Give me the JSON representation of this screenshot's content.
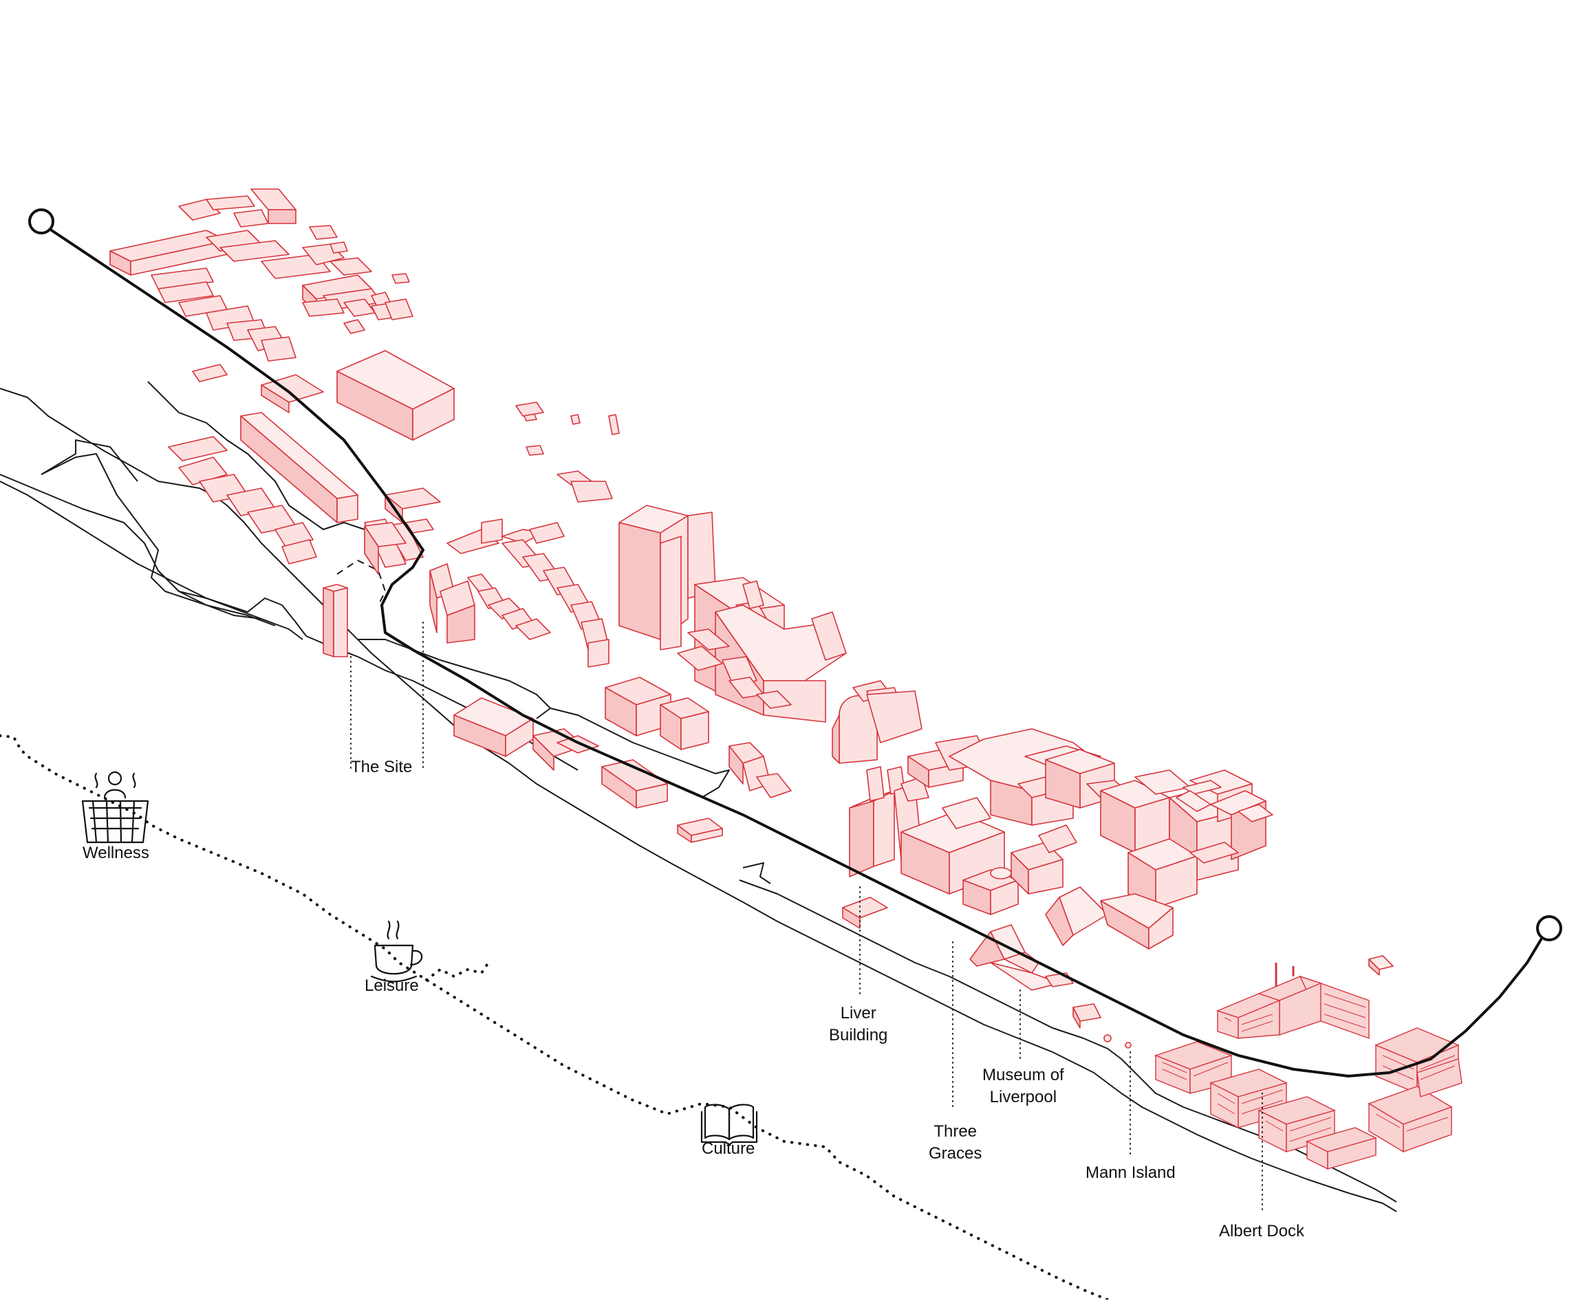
{
  "labels": {
    "the_site": "The Site",
    "liver_building": "Liver\nBuilding",
    "museum_of_liverpool": "Museum of\nLiverpool",
    "three_graces": "Three\nGraces",
    "mann_island": "Mann Island",
    "albert_dock": "Albert Dock"
  },
  "themes": {
    "wellness": "Wellness",
    "leisure": "Leisure",
    "culture": "Culture"
  },
  "icons": {
    "wellness": "hot-tub-icon",
    "leisure": "coffee-cup-icon",
    "culture": "open-book-icon"
  },
  "colors": {
    "building_fill": "#fde1e1",
    "building_stroke": "#d6343b",
    "line": "#111111",
    "background": "#ffffff"
  }
}
